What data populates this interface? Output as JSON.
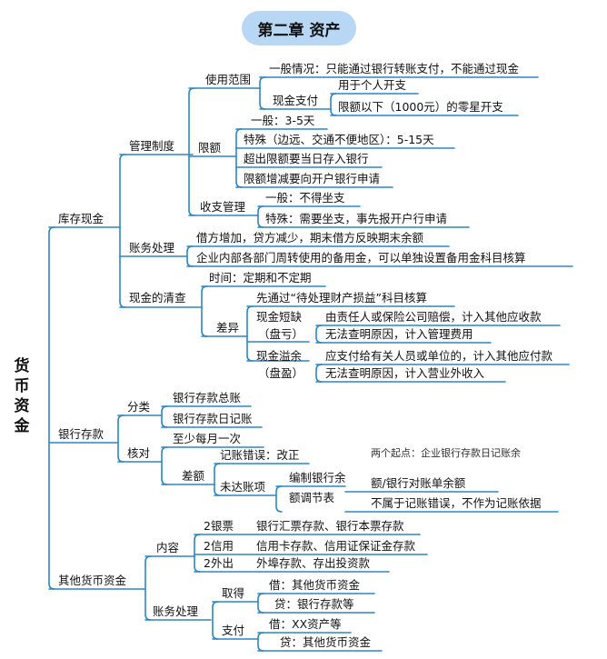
{
  "title": "第二章 资产",
  "root": "货币资金",
  "nodes": {
    "kucun": "库存现金",
    "guanli": "管理制度",
    "shiyong": "使用范围",
    "yiban_qingkuang": "一般情况：只能通过银行转账支付，不能通过现金",
    "xianjin_zhichu": "现金支付",
    "geren": "用于个人开支",
    "lingxing": "限额以下（1000元）的零星开支",
    "xiane": "限额",
    "xiane_yiban": "一般：3-5天",
    "xiane_teshu": "特殊（边远、交通不便地区）：5-15天",
    "chaochu": "超出限额要当日存入银行",
    "zengjian": "限额增减要向开户银行申请",
    "shouzhi": "收支管理",
    "shouzhi_yiban": "一般：不得坐支",
    "shouzhi_teshu": "特殊：需要坐支，事先报开户行申请",
    "zhangwu1": "账务处理",
    "jiefang": "借方增加，贷方减少，期末借方反映期末余额",
    "beiyongjin": "企业内部各部门周转使用的备用金，可以单独设置备用金科目核算",
    "qingcha": "现金的清查",
    "shijian": "时间：定期和不定期",
    "chayi": "差异",
    "daichuli": "先通过“待处理财产损益”科目核算",
    "duanque": "现金短缺",
    "pankui": "（盘亏）",
    "peichang": "由责任人或保险公司赔偿，计入其他应收款",
    "guanli_feiyong": "无法查明原因，计入管理费用",
    "yiyu": "现金溢余",
    "panying": "（盘盈）",
    "yingfu": "应支付给有关人员或单位的，计入其他应付款",
    "yingye": "无法查明原因，计入营业外收入",
    "yinhang": "银行存款",
    "fenlei": "分类",
    "zongzhang": "银行存款总账",
    "rijizhang": "银行存款日记账",
    "heduì": "核对",
    "meiyue": "至少每月一次",
    "chae": "差额",
    "cuowu": "记账错误：改正",
    "liangge_qidian": "两个起点：企业银行存款日记账余",
    "weida": "未达账项",
    "bianzhi1": "编制银行余",
    "bianzhi2": "额调节表",
    "duizhang": "额/银行对账单余额",
    "bushu": "不属于记账错误，不作为记账依据",
    "qita": "其他货币资金",
    "neirong": "内容",
    "yinpiao_label": "2银票",
    "yinpiao": "银行汇票存款、银行本票存款",
    "xinyong_label": "2信用",
    "xinyong": "信用卡存款、信用证保证金存款",
    "waichu_label": "2外出",
    "waichu": "外埠存款、存出投资款",
    "zhangwu2": "账务处理",
    "qude": "取得",
    "qude_jie": "借：其他货币资金",
    "qude_dai": "贷：银行存款等",
    "zhifu": "支付",
    "zhifu_jie": "借：XX资产等",
    "zhifu_dai": "贷：其他货币资金"
  },
  "colors": {
    "line": "#2e86c1",
    "title_bg": "#b7d7f4"
  }
}
